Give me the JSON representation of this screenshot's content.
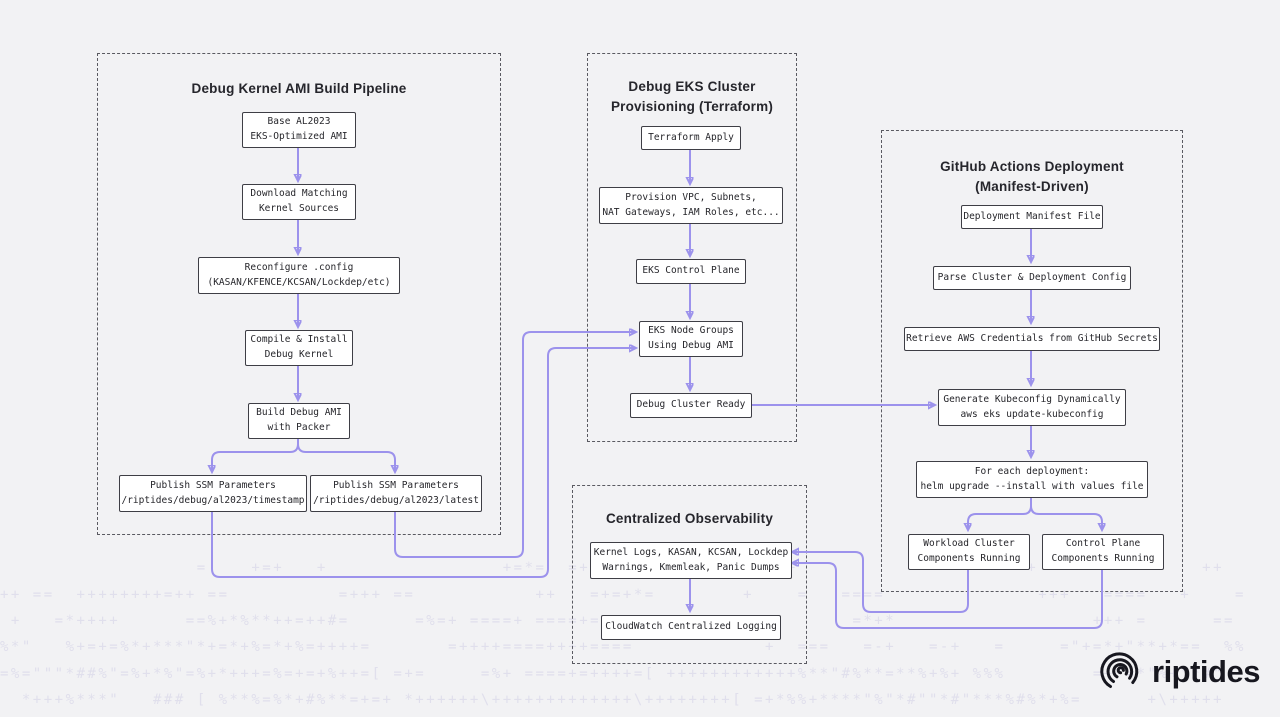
{
  "sections": {
    "kernel_pipeline": {
      "title": "Debug Kernel AMI Build Pipeline",
      "nodes": [
        {
          "lines": [
            "Base AL2023",
            "EKS-Optimized AMI"
          ]
        },
        {
          "lines": [
            "Download Matching",
            "Kernel Sources"
          ]
        },
        {
          "lines": [
            "Reconfigure .config",
            "(KASAN/KFENCE/KCSAN/Lockdep/etc)"
          ]
        },
        {
          "lines": [
            "Compile & Install",
            "Debug Kernel"
          ]
        },
        {
          "lines": [
            "Build Debug AMI",
            "with Packer"
          ]
        },
        {
          "lines": [
            "Publish SSM Parameters",
            "/riptides/debug/al2023/timestamp"
          ]
        },
        {
          "lines": [
            "Publish SSM Parameters",
            "/riptides/debug/al2023/latest"
          ]
        }
      ]
    },
    "eks_provisioning": {
      "title_line1": "Debug EKS Cluster",
      "title_line2": "Provisioning (Terraform)",
      "nodes": [
        {
          "lines": [
            "Terraform Apply"
          ]
        },
        {
          "lines": [
            "Provision VPC, Subnets,",
            "NAT Gateways, IAM Roles, etc..."
          ]
        },
        {
          "lines": [
            "EKS Control Plane"
          ]
        },
        {
          "lines": [
            "EKS Node Groups",
            "Using Debug AMI"
          ]
        },
        {
          "lines": [
            "Debug Cluster Ready"
          ]
        }
      ]
    },
    "github_deployment": {
      "title_line1": "GitHub Actions Deployment",
      "title_line2": "(Manifest-Driven)",
      "nodes": [
        {
          "lines": [
            "Deployment Manifest File"
          ]
        },
        {
          "lines": [
            "Parse Cluster & Deployment Config"
          ]
        },
        {
          "lines": [
            "Retrieve AWS Credentials from GitHub Secrets"
          ]
        },
        {
          "lines": [
            "Generate Kubeconfig Dynamically",
            "aws eks update-kubeconfig"
          ]
        },
        {
          "lines": [
            "For each deployment:",
            "helm upgrade --install with values file"
          ]
        },
        {
          "lines": [
            "Workload Cluster",
            "Components Running"
          ]
        },
        {
          "lines": [
            "Control Plane",
            "Components Running"
          ]
        }
      ]
    },
    "observability": {
      "title": "Centralized Observability",
      "nodes": [
        {
          "lines": [
            "Kernel Logs, KASAN, KCSAN, Lockdep",
            "Warnings, Kmemleak, Panic Dumps"
          ]
        },
        {
          "lines": [
            "CloudWatch Centralized Logging"
          ]
        }
      ]
    }
  },
  "logo": {
    "text": "riptides",
    "icon": "ripple-swirl-icon",
    "color": "#17171f"
  },
  "colors": {
    "connector": "#9c92ec",
    "node_border": "#3e3e45",
    "background": "#f2f2f4",
    "ascii": "#e0dfec"
  },
  "background_ascii": {
    "rows": [
      "                  =    +=+   +                +=*=  =+            ==+++++                  =  +               ++",
      "++ ==  ++++++++=++ ==          =+++ ==           ++   =+=+*=        +    =   ====              +++   ====   +    =",
      " +   =*++++      ==%+*%**++=++#=      =%=+ ====+ ====+=+=+==                  =*+*                  +++ =      ==",
      "%*\"   %+=+=%*+***\"*+=*+%=*+%=++++=       =++++====++++====            +  ===   =-+   =-+   =     =\"+=*+\"**+*==  %%",
      "=%=\"\"\"*##%\"=%+*%\"=%+*+++=%=+=+%++=[ =+=     =%+ ====+=++++=[ ++++++++++++%**\"#%**=**%+%+ %%%        =+*=*\"%+\"*#\"",
      "  *+++%***\"   ### [ %**%=%*+#%**=+=+ *++++++\\+++++++++++++\\++++++++[ =+*%%+****\"%\"*#\"\"*#\"***%#%*+%=      +\\+++++"
    ]
  }
}
